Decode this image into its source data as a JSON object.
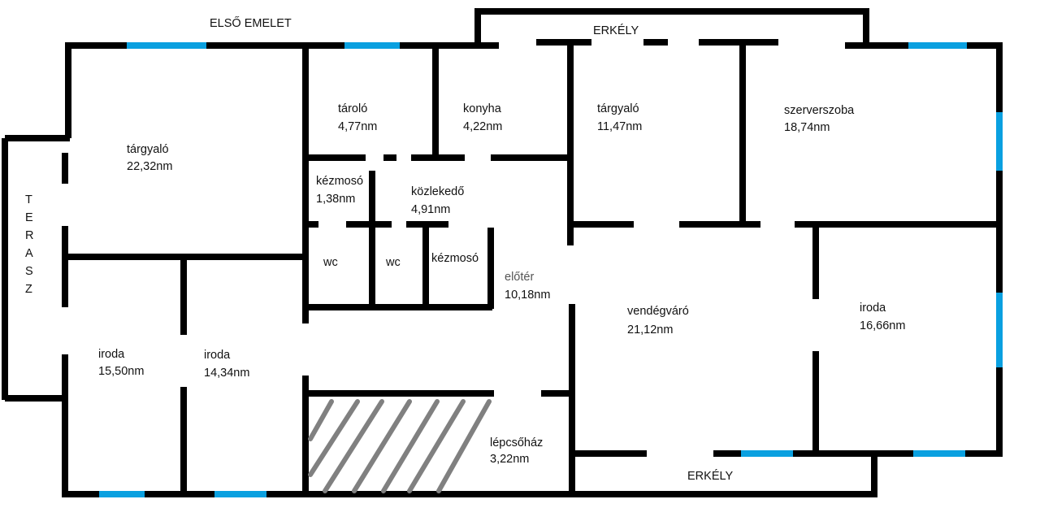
{
  "floor_title": "ELSŐ EMELET",
  "balcony_top": "ERKÉLY",
  "balcony_bottom": "ERKÉLY",
  "terrace_letters": [
    "T",
    "E",
    "R",
    "A",
    "S",
    "Z"
  ],
  "colors": {
    "walls": "#000000",
    "windows": "#0aa0e0",
    "hatch": "#808080"
  },
  "rooms": {
    "targyalo_left": {
      "name": "tárgyaló",
      "area": "22,32nm"
    },
    "tarolo": {
      "name": "tároló",
      "area": "4,77nm"
    },
    "konyha": {
      "name": "konyha",
      "area": "4,22nm"
    },
    "targyalo_mid": {
      "name": "tárgyaló",
      "area": "11,47nm"
    },
    "szerverszoba": {
      "name": "szerverszoba",
      "area": "18,74nm"
    },
    "kezmoso_top": {
      "name": "kézmosó",
      "area": "1,38nm"
    },
    "kozlekedo": {
      "name": "közlekedő",
      "area": "4,91nm"
    },
    "wc1": {
      "name": "wc"
    },
    "wc2": {
      "name": "wc"
    },
    "kezmoso_small": {
      "name": "kézmosó"
    },
    "eloter": {
      "name": "előtér",
      "area": "10,18nm"
    },
    "vendegvaro": {
      "name": "vendégváró",
      "area": "21,12nm"
    },
    "iroda_right": {
      "name": "iroda",
      "area": "16,66nm"
    },
    "iroda_left": {
      "name": "iroda",
      "area": "15,50nm"
    },
    "iroda_mid": {
      "name": "iroda",
      "area": "14,34nm"
    },
    "lepcsohaz": {
      "name": "lépcsőház",
      "area": "3,22nm"
    }
  }
}
